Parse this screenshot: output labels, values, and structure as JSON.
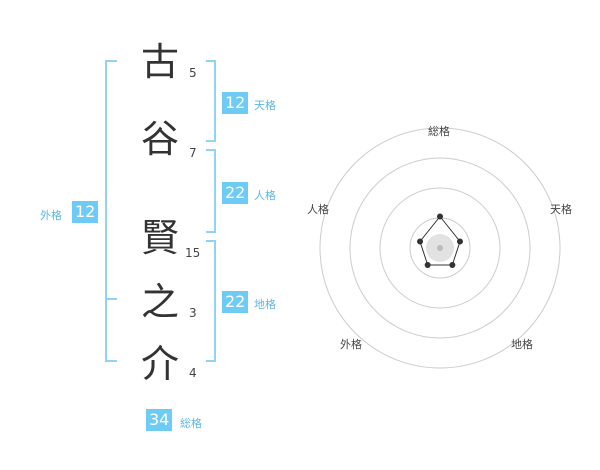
{
  "name": {
    "chars": [
      {
        "char": "古",
        "strokes": "5"
      },
      {
        "char": "谷",
        "strokes": "7"
      },
      {
        "char": "賢",
        "strokes": "15"
      },
      {
        "char": "之",
        "strokes": "3"
      },
      {
        "char": "介",
        "strokes": "4"
      }
    ]
  },
  "fortunes": {
    "tenkaku": {
      "label": "天格",
      "value": "12"
    },
    "jinkaku": {
      "label": "人格",
      "value": "22"
    },
    "chikaku": {
      "label": "地格",
      "value": "22"
    },
    "gaikaku": {
      "label": "外格",
      "value": "12"
    },
    "soukaku": {
      "label": "総格",
      "value": "34"
    }
  },
  "radar": {
    "axes": [
      "総格",
      "天格",
      "地格",
      "外格",
      "人格"
    ],
    "levels": 4,
    "values": [
      1.5,
      1,
      1,
      1,
      1
    ],
    "colors": {
      "ring": "#cccccc",
      "fill": "#e2e2e2",
      "line": "#333333"
    }
  },
  "colors": {
    "accent": "#6ecbf5",
    "bracket": "#8fd3f5",
    "label": "#5fb6e6"
  }
}
